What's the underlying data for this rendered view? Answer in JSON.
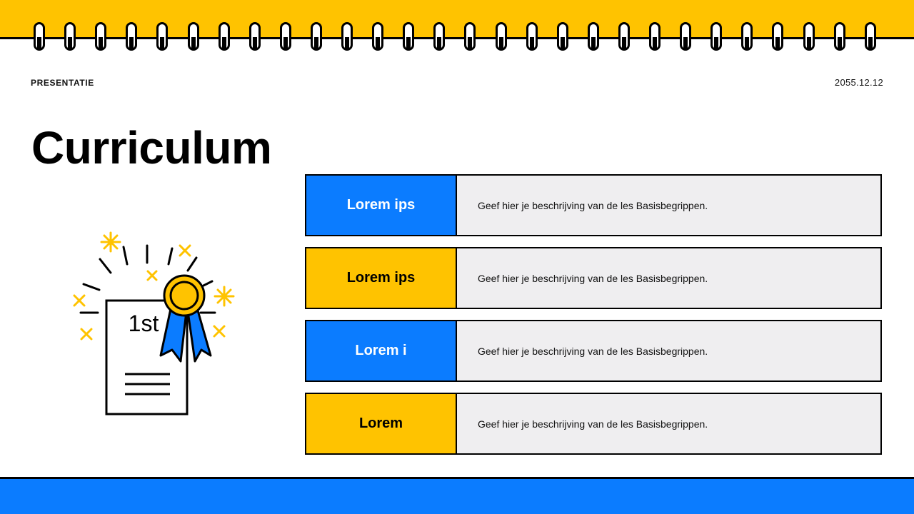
{
  "header": {
    "eyebrow": "PRESENTATIE",
    "date": "2055.12.12"
  },
  "title": "Curriculum",
  "illustration": {
    "certificate_text": "1st",
    "icon": "award-certificate-icon"
  },
  "rows": [
    {
      "label": "Lorem ips",
      "description": "Geef hier je beschrijving van de les Basisbegrippen.",
      "style": "blue"
    },
    {
      "label": "Lorem ips",
      "description": "Geef hier je beschrijving van de les Basisbegrippen.",
      "style": "yellow"
    },
    {
      "label": "Lorem i",
      "description": "Geef hier je beschrijving van de les Basisbegrippen.",
      "style": "blue"
    },
    {
      "label": "Lorem",
      "description": "Geef hier je beschrijving van de les Basisbegrippen.",
      "style": "yellow"
    }
  ],
  "colors": {
    "yellow": "#FFC300",
    "blue": "#0B7CFF",
    "row_bg": "#EFEEF0",
    "outline": "#000000"
  }
}
